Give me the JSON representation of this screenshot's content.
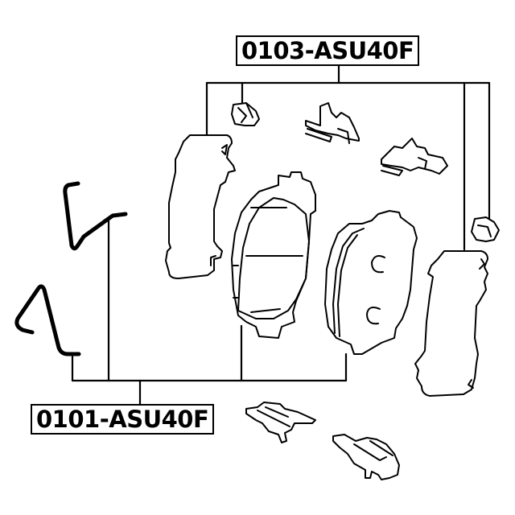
{
  "diagram": {
    "type": "exploded parts diagram",
    "subject": "brake pad kit",
    "labels": {
      "top_part_number": "0103-ASU40F",
      "bottom_part_number": "0101-ASU40F"
    },
    "colors": {
      "line": "#000000",
      "background": "#ffffff"
    },
    "parts": [
      {
        "id": "anti-rattle-spring-upper",
        "group": "0101-ASU40F"
      },
      {
        "id": "anti-rattle-spring-lower",
        "group": "0101-ASU40F"
      },
      {
        "id": "brake-pad-inner",
        "group": "0101-ASU40F"
      },
      {
        "id": "brake-pad-outer",
        "group": "0101-ASU40F"
      },
      {
        "id": "small-clip-upper-left",
        "group": "0103-ASU40F"
      },
      {
        "id": "pad-support-plate-top",
        "group": "0103-ASU40F"
      },
      {
        "id": "pad-support-plate-right",
        "group": "0103-ASU40F"
      },
      {
        "id": "anti-squeal-shim-left",
        "group": "0103-ASU40F"
      },
      {
        "id": "anti-squeal-shim-right",
        "group": "0103-ASU40F"
      },
      {
        "id": "small-clip-right",
        "group": "0103-ASU40F"
      },
      {
        "id": "pad-support-plate-bottom-left",
        "group": "none"
      },
      {
        "id": "pad-support-plate-bottom-right",
        "group": "none"
      }
    ]
  }
}
